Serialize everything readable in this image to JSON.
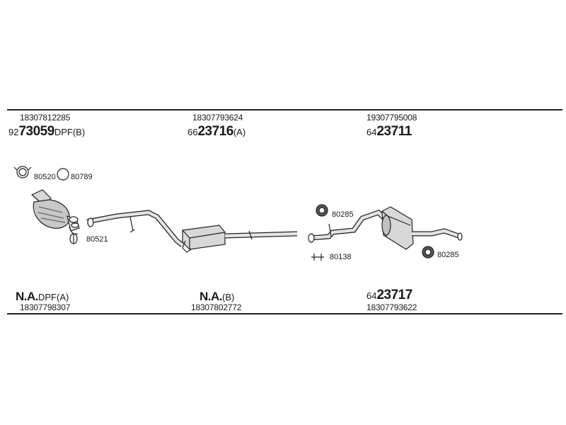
{
  "top_row": [
    {
      "code": "18307812285",
      "prefix": "92",
      "number": "73059",
      "suffix": "DPF(B)"
    },
    {
      "code": "18307793624",
      "prefix": "66",
      "number": "23716",
      "suffix": "(A)"
    },
    {
      "code": "19307795008",
      "prefix": "64",
      "number": "23711",
      "suffix": ""
    }
  ],
  "bottom_row": [
    {
      "code": "18307798307",
      "prefix": "",
      "number": "N.A.",
      "suffix": "DPF(A)"
    },
    {
      "code": "18307802772",
      "prefix": "",
      "number": "N.A.",
      "suffix": "(B)"
    },
    {
      "code": "18307793622",
      "prefix": "64",
      "number": "23717",
      "suffix": ""
    }
  ],
  "small_parts": [
    {
      "id": "80520"
    },
    {
      "id": "80789"
    },
    {
      "id": "80521"
    },
    {
      "id": "80285"
    },
    {
      "id": "80138"
    },
    {
      "id": "80285"
    }
  ],
  "colors": {
    "line": "#222222",
    "fill": "#d8d8d8",
    "shade": "#9a9a9a"
  }
}
